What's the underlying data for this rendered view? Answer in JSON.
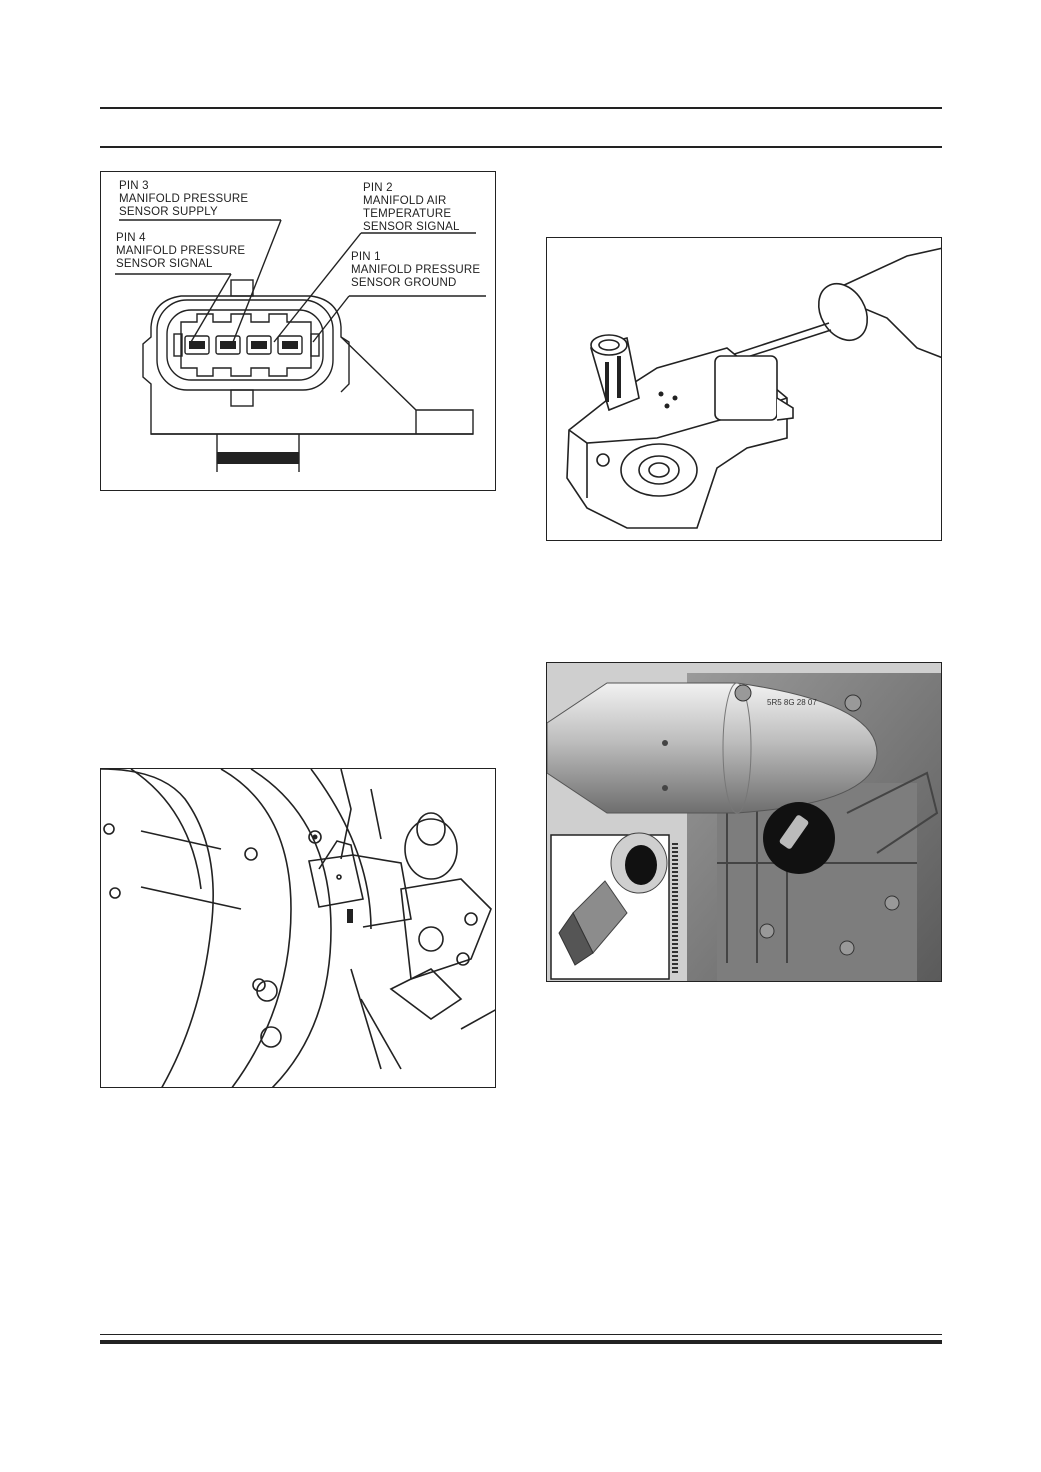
{
  "figure1": {
    "labels": {
      "pin3": "PIN 3\nMANIFOLD PRESSURE\nSENSOR SUPPLY",
      "pin2": "PIN 2\nMANIFOLD AIR\nTEMPERATURE\nSENSOR SIGNAL",
      "pin4": "PIN 4\nMANIFOLD PRESSURE\nSENSOR SIGNAL",
      "pin1": "PIN 1\nMANIFOLD PRESSURE\nSENSOR GROUND"
    }
  },
  "figure2_inset_code": "5R5 8G 28 07"
}
